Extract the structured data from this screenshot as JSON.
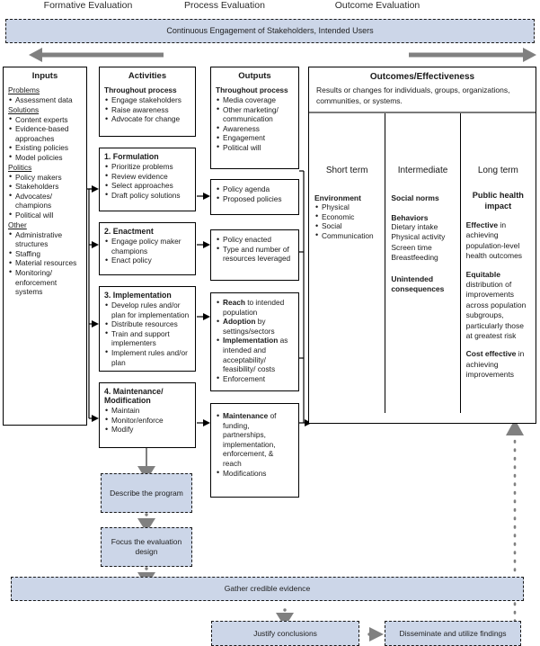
{
  "phases": [
    {
      "label": "Formative Evaluation"
    },
    {
      "label": "Process Evaluation"
    },
    {
      "label": "Outcome Evaluation"
    }
  ],
  "banner": {
    "text": "Continuous Engagement of Stakeholders, Intended Users"
  },
  "inputs": {
    "title": "Inputs",
    "groups": [
      {
        "heading": "Problems",
        "items": [
          "Assessment data"
        ]
      },
      {
        "heading": "Solutions",
        "items": [
          "Content experts",
          "Evidence-based approaches",
          "Existing policies",
          "Model policies"
        ]
      },
      {
        "heading": "Politics",
        "items": [
          "Policy makers",
          "Stakeholders",
          "Advocates/ champions",
          "Political will"
        ]
      },
      {
        "heading": "Other",
        "items": [
          "Administrative structures",
          "Staffing",
          "Material resources",
          "Monitoring/ enforcement systems"
        ]
      }
    ]
  },
  "activities": {
    "title": "Activities",
    "boxes": [
      {
        "heading": "Throughout process",
        "items": [
          "Engage stakeholders",
          "Raise awareness",
          "Advocate for change"
        ]
      },
      {
        "heading": "1. Formulation",
        "items": [
          "Prioritize problems",
          "Review evidence",
          "Select approaches",
          "Draft policy solutions"
        ]
      },
      {
        "heading": "2. Enactment",
        "items": [
          "Engage policy maker champions",
          "Enact policy"
        ]
      },
      {
        "heading": "3. Implementation",
        "items": [
          "Develop rules and/or plan for implementation",
          "Distribute resources",
          "Train and support implementers",
          "Implement rules and/or plan"
        ]
      },
      {
        "heading": "4. Maintenance/ Modification",
        "items": [
          "Maintain",
          "Monitor/enforce",
          "Modify"
        ]
      }
    ]
  },
  "outputs": {
    "title": "Outputs",
    "boxes": [
      {
        "heading": "Throughout process",
        "items": [
          "Media coverage",
          "Other marketing/ communication",
          "Awareness",
          "Engagement",
          "Political will"
        ]
      },
      {
        "heading": "",
        "items": [
          "Policy agenda",
          "Proposed policies"
        ]
      },
      {
        "heading": "",
        "items": [
          "Policy enacted",
          "Type and number of resources leveraged"
        ]
      },
      {
        "heading": "",
        "items": [
          {
            "lead": "Reach",
            "rest": " to intended population"
          },
          {
            "lead": "Adoption",
            "rest": " by settings/sectors"
          },
          {
            "lead": "Implementation",
            "rest": " as intended  and acceptability/ feasibility/ costs"
          },
          {
            "lead": "",
            "rest": "Enforcement"
          }
        ]
      },
      {
        "heading": "",
        "items": [
          {
            "lead": "Maintenance",
            "rest": " of funding, partnerships, implementation, enforcement, & reach"
          },
          {
            "lead": "",
            "rest": "Modifications"
          }
        ]
      }
    ]
  },
  "outcomes": {
    "title": "Outcomes/Effectiveness",
    "subtitle": "Results or changes for individuals, groups, organizations, communities, or systems.",
    "columns": [
      {
        "header": "Short term",
        "blocks": [
          {
            "bold": "Environment",
            "bullets": [
              "Physical",
              "Economic",
              "Social",
              "Communication"
            ],
            "lines": []
          }
        ]
      },
      {
        "header": "Intermediate",
        "blocks": [
          {
            "bold": "Social norms",
            "bullets": [],
            "lines": []
          },
          {
            "bold": "Behaviors",
            "bullets": [],
            "lines": [
              "Dietary intake",
              "Physical activity",
              "Screen time",
              "Breastfeeding"
            ]
          },
          {
            "bold": "Unintended consequences",
            "bullets": [],
            "lines": []
          }
        ]
      },
      {
        "header": "Long term",
        "centered_bold": "Public health impact",
        "blocks": [
          {
            "bold": "Effective",
            "rest": " in achieving population-level health outcomes"
          },
          {
            "bold": "Equitable",
            "rest": " distribution of improvements across population subgroups, particularly those at greatest risk"
          },
          {
            "bold": "Cost effective",
            "rest": " in achieving improvements"
          }
        ]
      }
    ]
  },
  "steps": {
    "describe": "Describe the program",
    "focus": "Focus the evaluation design",
    "gather": "Gather credible evidence",
    "justify": "Justify conclusions",
    "disseminate": "Disseminate and utilize findings"
  },
  "colors": {
    "fill": "#ccd6e8",
    "arrow": "#808080",
    "border": "#000000"
  }
}
